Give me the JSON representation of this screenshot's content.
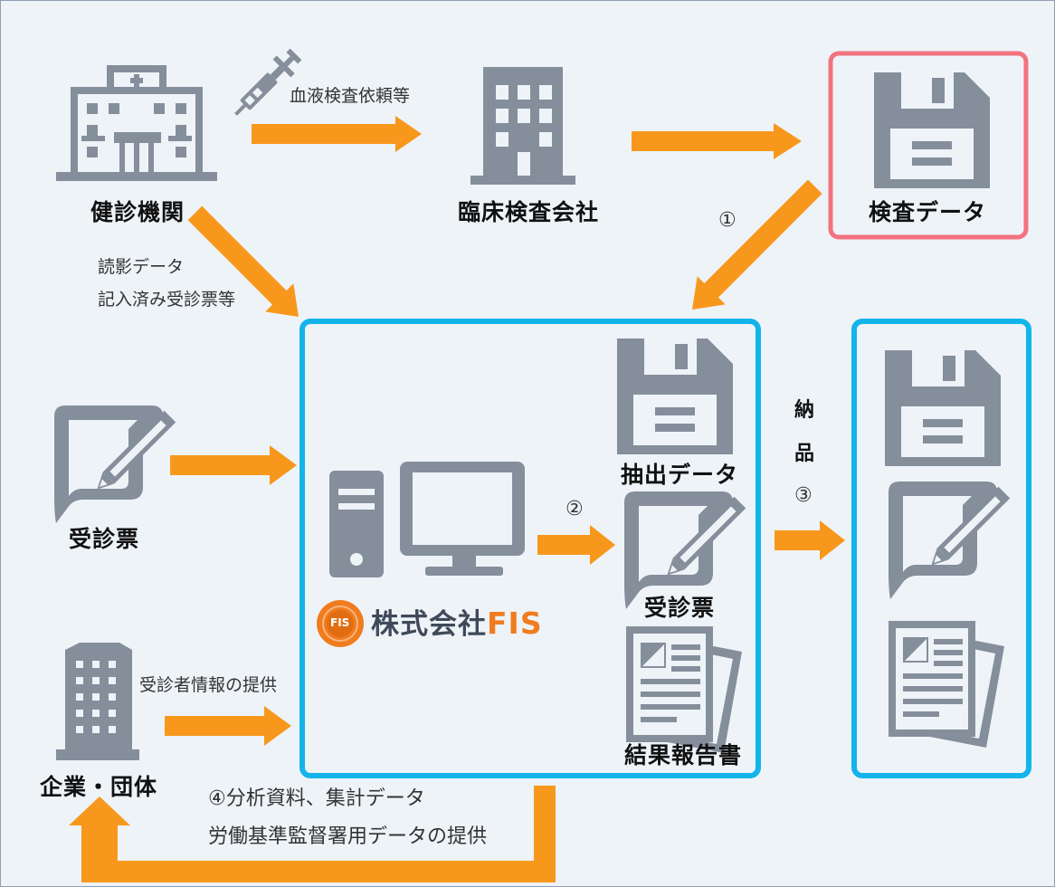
{
  "colors": {
    "arrow": "#f7981d",
    "icon": "#858e9b",
    "red_box": "#f2737f",
    "blue_box": "#13b4ea",
    "fis_accent": "#f07c1e"
  },
  "nodes": {
    "clinic": {
      "label": "健診機関",
      "icon": "hospital-icon"
    },
    "lab": {
      "label": "臨床検査会社",
      "icon": "building-icon"
    },
    "test_data": {
      "label": "検査データ",
      "icon": "floppy-disk-icon"
    },
    "questionnaire": {
      "label": "受診票",
      "icon": "document-edit-icon"
    },
    "company": {
      "label": "企業・団体",
      "icon": "office-building-icon"
    },
    "fis": {
      "name_prefix": "株式会社",
      "name_brand": "FIS",
      "logo_text": "FIS",
      "items": {
        "extract": "抽出データ",
        "questionnaire": "受診票",
        "report": "結果報告書"
      }
    }
  },
  "flows": {
    "blood_request": "血液検査依頼等",
    "reading_line1": "読影データ",
    "reading_line2": "記入済み受診票等",
    "step1": "①",
    "step2": "②",
    "delivery_1": "納",
    "delivery_2": "品",
    "step3": "③",
    "provide_info": "受診者情報の提供",
    "step4_line1": "④分析資料、集計データ",
    "step4_line2": "労働基準監督署用データの提供"
  }
}
